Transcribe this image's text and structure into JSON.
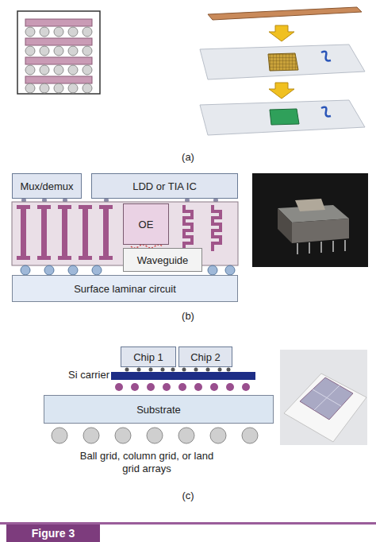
{
  "diagram": {
    "caption": "Figure 3",
    "nodes": [
      {
        "text": [
          "Mux/demux"
        ]
      },
      {
        "text": [
          "LDD or TIA IC"
        ]
      },
      {
        "text": [
          "OE"
        ]
      },
      {
        "text": [
          "Waveguide"
        ]
      },
      {
        "text": [
          "Surface laminar circuit"
        ]
      },
      {
        "text": [
          "Chip 1"
        ]
      },
      {
        "text": [
          "Chip 2"
        ]
      },
      {
        "text": [
          "Substrate"
        ]
      }
    ],
    "labels": [
      "(a)",
      "(b)",
      "Si carrier",
      "Ball grid, column grid, or land grid arrays",
      "(c)"
    ]
  }
}
